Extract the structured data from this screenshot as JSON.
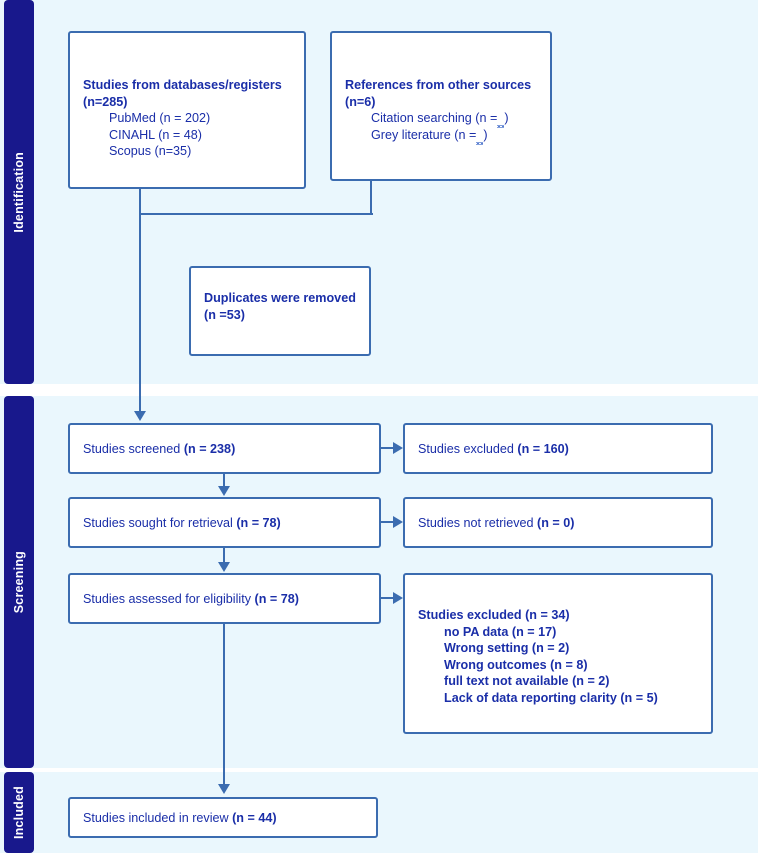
{
  "diagram": {
    "title": "PRISMA flow diagram",
    "accent_border": "#3b6cb0",
    "accent_text": "#1a2ea8",
    "band_color": "#18188c",
    "background": "#eaf7fd"
  },
  "stages": [
    {
      "key": "identification",
      "label": "Identification"
    },
    {
      "key": "screening",
      "label": "Screening"
    },
    {
      "key": "included",
      "label": "Included"
    }
  ],
  "boxes": {
    "databases": {
      "title": "Studies from databases/registers",
      "count": "(n=285)",
      "items": [
        "PubMed (n = 202)",
        "CINAHL (n = 48)",
        "Scopus (n=35)"
      ]
    },
    "other_sources": {
      "title": "References from other sources",
      "count": "(n=6)",
      "items": [
        "Citation searching (n =",
        "Grey literature (n ="
      ],
      "item_suffix": ")"
    },
    "duplicates": {
      "title": "Duplicates were removed",
      "count": "(n =53)"
    },
    "screened": {
      "label": "Studies screened ",
      "count": "(n = 238)"
    },
    "excluded_screening": {
      "label": "Studies excluded ",
      "count": "(n = 160)"
    },
    "sought": {
      "label": "Studies sought for retrieval ",
      "count": "(n = 78)"
    },
    "not_retrieved": {
      "label": "Studies not retrieved ",
      "count": "(n = 0)"
    },
    "eligibility": {
      "label": "Studies assessed for eligibility ",
      "count": "(n = 78)"
    },
    "excluded_eligibility": {
      "label": "Studies excluded ",
      "count": "(n = 34)",
      "reasons": [
        "no PA data (n = 17)",
        "Wrong setting (n = 2)",
        "Wrong outcomes (n = 8)",
        "full text not available (n = 2)",
        "Lack of data reporting clarity (n = 5)"
      ]
    },
    "included": {
      "label": "Studies included in review ",
      "count": "(n = 44)"
    }
  }
}
